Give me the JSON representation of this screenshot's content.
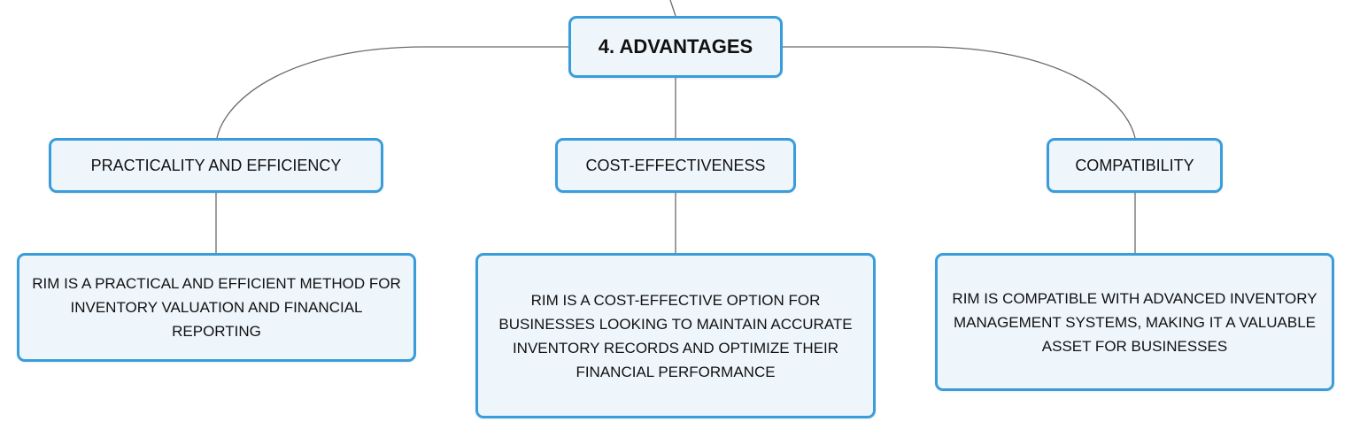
{
  "root": {
    "label": "4. ADVANTAGES"
  },
  "branches": [
    {
      "label": "PRACTICALITY AND EFFICIENCY",
      "detail": "RIM IS A PRACTICAL AND EFFICIENT METHOD FOR INVENTORY VALUATION AND FINANCIAL REPORTING"
    },
    {
      "label": "COST-EFFECTIVENESS",
      "detail": "RIM IS A COST-EFFECTIVE OPTION FOR BUSINESSES LOOKING TO MAINTAIN ACCURATE INVENTORY RECORDS AND OPTIMIZE THEIR FINANCIAL PERFORMANCE"
    },
    {
      "label": "COMPATIBILITY",
      "detail": "RIM IS COMPATIBLE WITH ADVANCED INVENTORY MANAGEMENT SYSTEMS, MAKING IT A VALUABLE ASSET FOR BUSINESSES"
    }
  ],
  "colors": {
    "node_border": "#3a9ddb",
    "node_fill": "#eef6fc",
    "connector": "#6b6b6b"
  }
}
